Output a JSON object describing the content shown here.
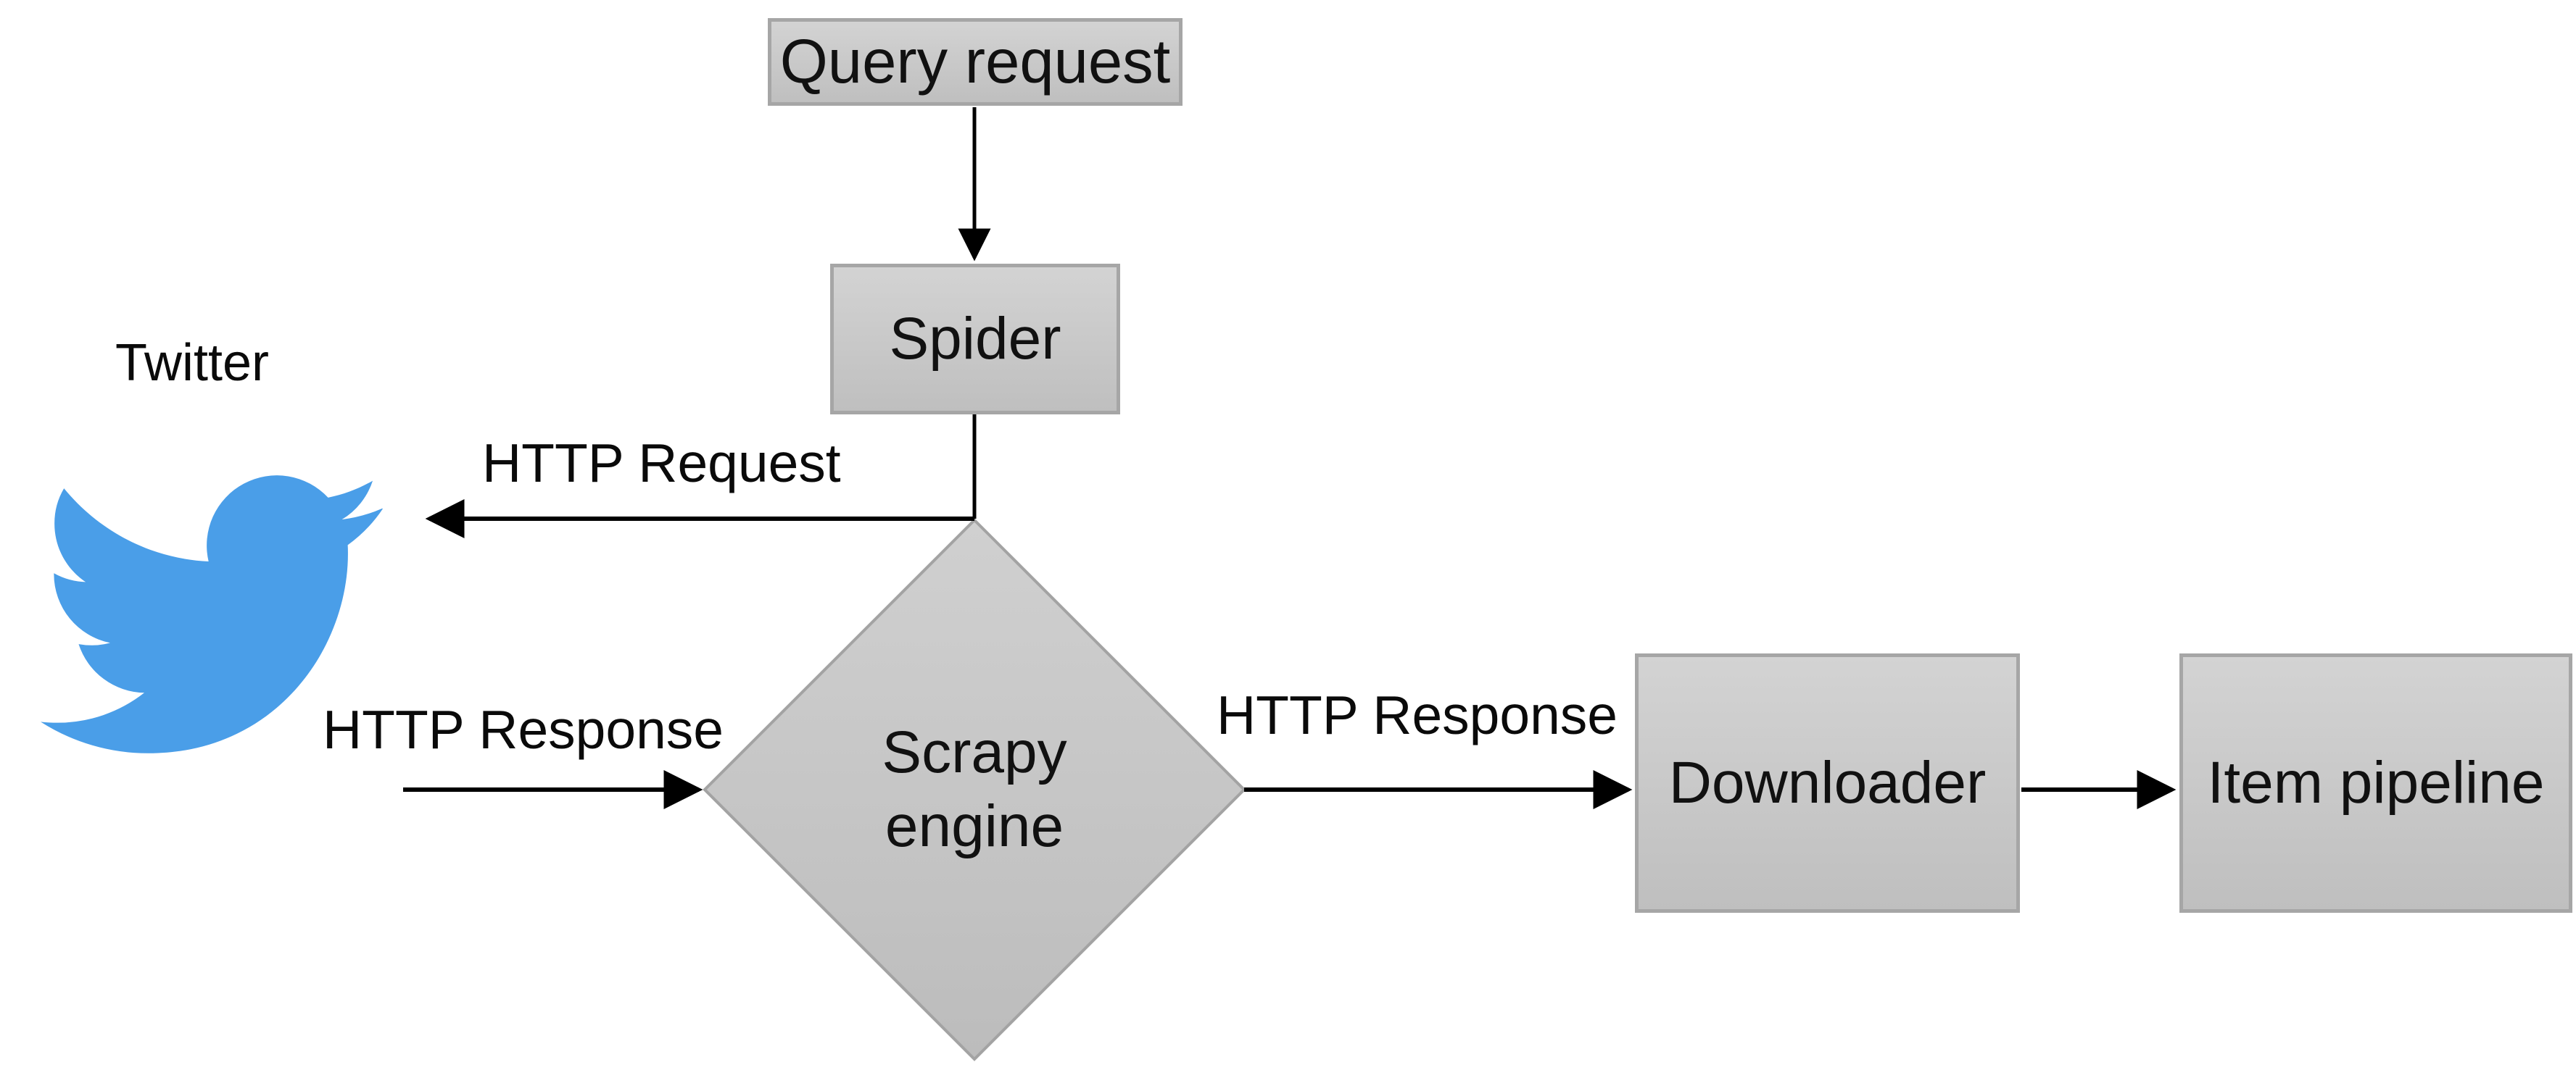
{
  "nodes": {
    "query_request": {
      "label": "Query request"
    },
    "spider": {
      "label": "Spider"
    },
    "scrapy_engine": {
      "label": "Scrapy engine"
    },
    "downloader": {
      "label": "Downloader"
    },
    "item_pipeline": {
      "label": "Item pipeline"
    }
  },
  "external": {
    "twitter_label": "Twitter"
  },
  "edge_labels": {
    "http_request": "HTTP Request",
    "http_response_from_twitter": "HTTP Response",
    "http_response_to_downloader": "HTTP Response"
  },
  "colors": {
    "node_fill_top": "#d3d3d3",
    "node_fill_bottom": "#bfbfbf",
    "node_border": "#a6a6a6",
    "connector": "#000000",
    "twitter_blue": "#4a9ee8",
    "text": "#000000",
    "background": "#ffffff"
  }
}
